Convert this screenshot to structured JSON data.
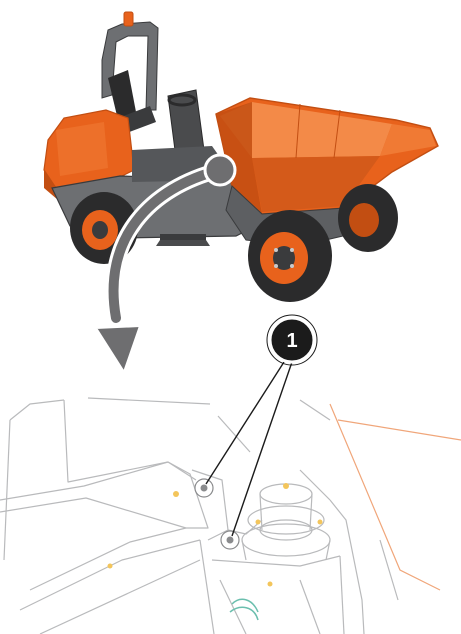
{
  "colors": {
    "body_orange": "#e8621c",
    "body_orange_dark": "#c24e12",
    "chassis_grey": "#6d6f72",
    "chassis_dark": "#3a3b3d",
    "tyre": "#2b2b2c",
    "arrow_grey": "#6e6e70",
    "callout_fill": "#1b1b1b",
    "callout_ring": "#ffffff",
    "detail_line": "#b9babc",
    "detail_orange_line": "#f0a67a",
    "detail_yellow": "#f3c55b"
  },
  "icons": {
    "machine": "site-dumper-illustration",
    "arrow": "curved-arrow-icon",
    "callout": "callout-number-icon"
  },
  "callout": {
    "number": "1",
    "points_to": 2
  }
}
